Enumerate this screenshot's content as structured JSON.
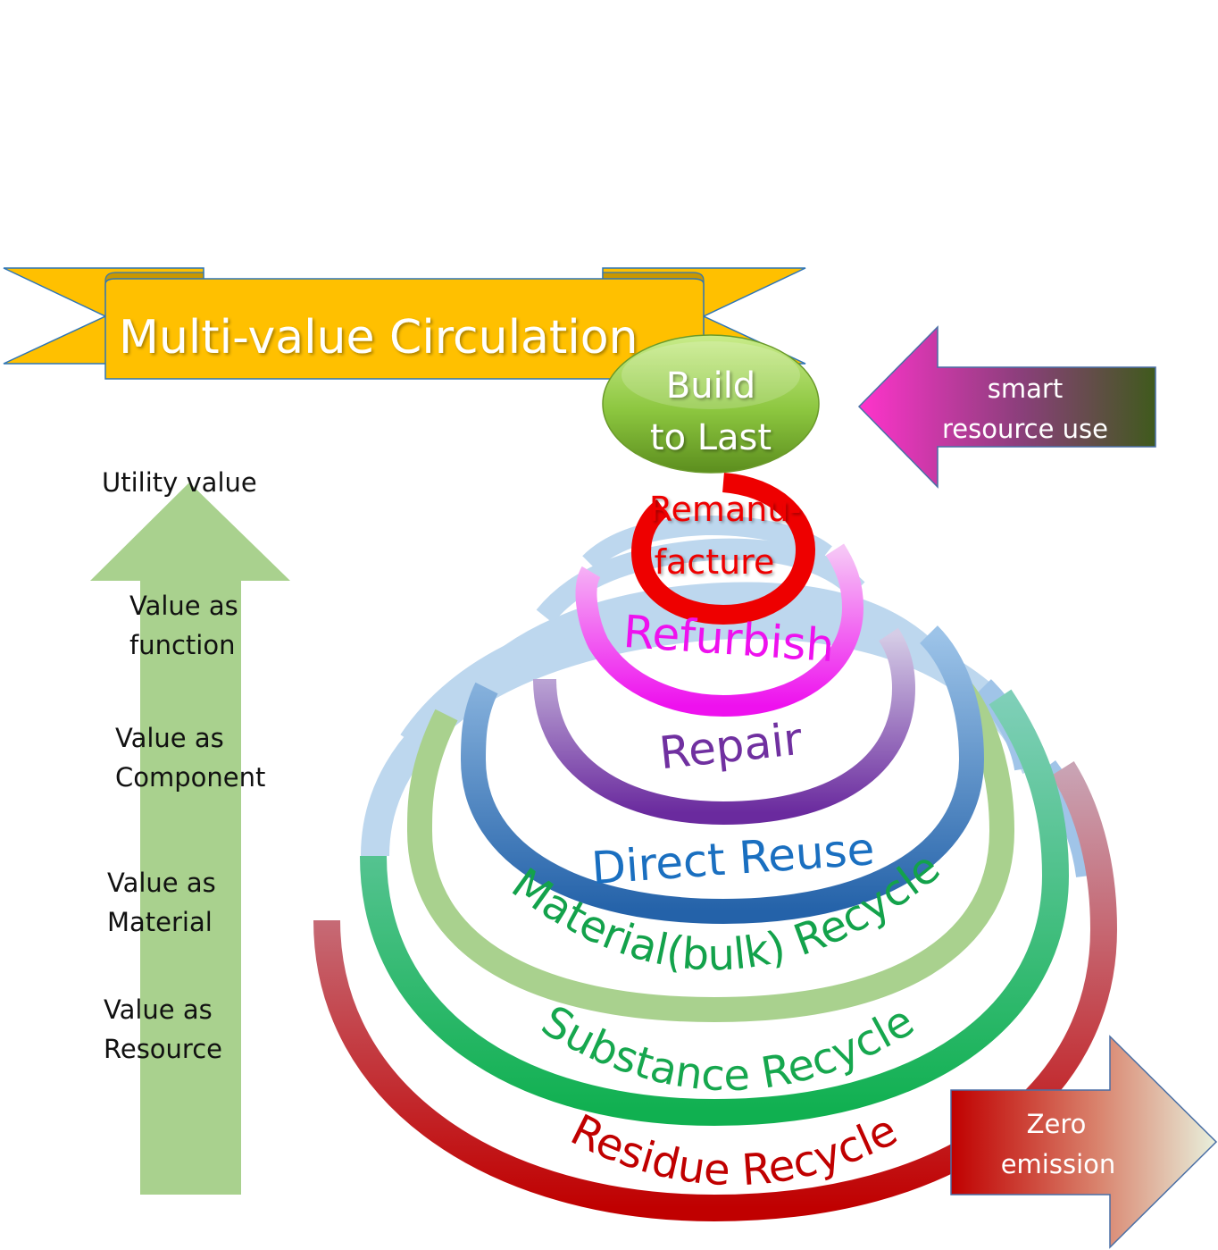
{
  "banner": {
    "title": "Multi-value Circulation"
  },
  "top_node": {
    "line1": "Build",
    "line2": "to Last"
  },
  "input_arrow": {
    "line1": "smart",
    "line2": "resource use"
  },
  "output_arrow": {
    "line1": "Zero",
    "line2": "emission"
  },
  "utility_axis": {
    "title": "Utility value",
    "levels": [
      {
        "line1": "Value as",
        "line2": "function"
      },
      {
        "line1": "Value as",
        "line2": "Component"
      },
      {
        "line1": "Value as",
        "line2": "Material"
      },
      {
        "line1": "Value as",
        "line2": "Resource"
      }
    ]
  },
  "loops": {
    "remanufacture": {
      "line1": "Remanu-",
      "line2": "facture",
      "color": "#ee0000"
    },
    "refurbish": {
      "label": "Refurbish",
      "color": "#ee11ee"
    },
    "repair": {
      "label": "Repair",
      "color": "#7030a0"
    },
    "direct_reuse": {
      "label": "Direct Reuse",
      "color": "#1a6fc0"
    },
    "material_recycle": {
      "label": "Material(bulk)  Recycle",
      "color": "#13a24b"
    },
    "substance_recycle": {
      "label": "Substance Recycle",
      "color": "#16a74e"
    },
    "residue_recycle": {
      "label": "Residue Recycle",
      "color": "#c00000"
    }
  },
  "colors": {
    "banner_fill": "#ffc000",
    "banner_stroke": "#2e75b6",
    "axis_arrow": "#a9d18e",
    "return_band": "#bdd7ee"
  }
}
